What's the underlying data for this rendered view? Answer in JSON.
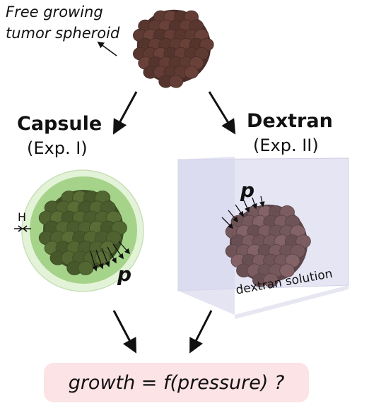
{
  "top": {
    "label_line1": "Free growing",
    "label_line2": "tumor spheroid"
  },
  "left_branch": {
    "title": "Capsule",
    "subtitle": "(Exp. I)",
    "thickness_label": "H",
    "pressure_label": "p"
  },
  "right_branch": {
    "title": "Dextran",
    "subtitle": "(Exp. II)",
    "pressure_label": "p",
    "solution_label": "dextran solution"
  },
  "question": "growth = f(pressure) ?",
  "colors": {
    "spheroid_free": "#5e3a33",
    "spheroid_capsule": "#4f6230",
    "capsule_inner": "#a5d38a",
    "capsule_outer": "#e3f3d7",
    "spheroid_dextran": "#75585c",
    "dextran_box": "#e5e5f4",
    "question_bg": "#fbe3e6"
  }
}
